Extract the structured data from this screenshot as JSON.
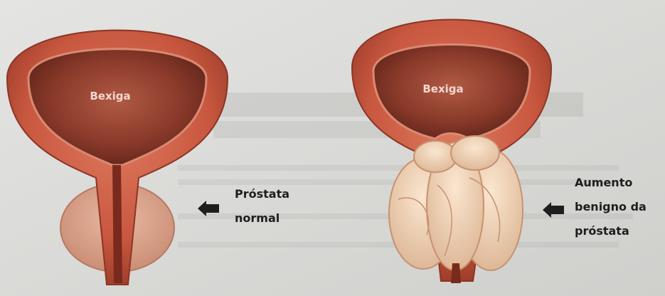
{
  "figure": {
    "left": {
      "organ_label": "Bexiga",
      "callout_lines": [
        "Próstata",
        "normal"
      ]
    },
    "right": {
      "organ_label": "Bexiga",
      "callout_lines": [
        "Aumento",
        "benigno da",
        "próstata"
      ]
    }
  },
  "colors": {
    "background": "#d9d9d7",
    "bladder_wall": "#c8573f",
    "bladder_interior": "#8a3a2a",
    "normal_prostate": "#d9a08a",
    "enlarged_prostate": "#edd0b4",
    "arrow": "#1e1e1e",
    "text": "#1e1e1e"
  }
}
